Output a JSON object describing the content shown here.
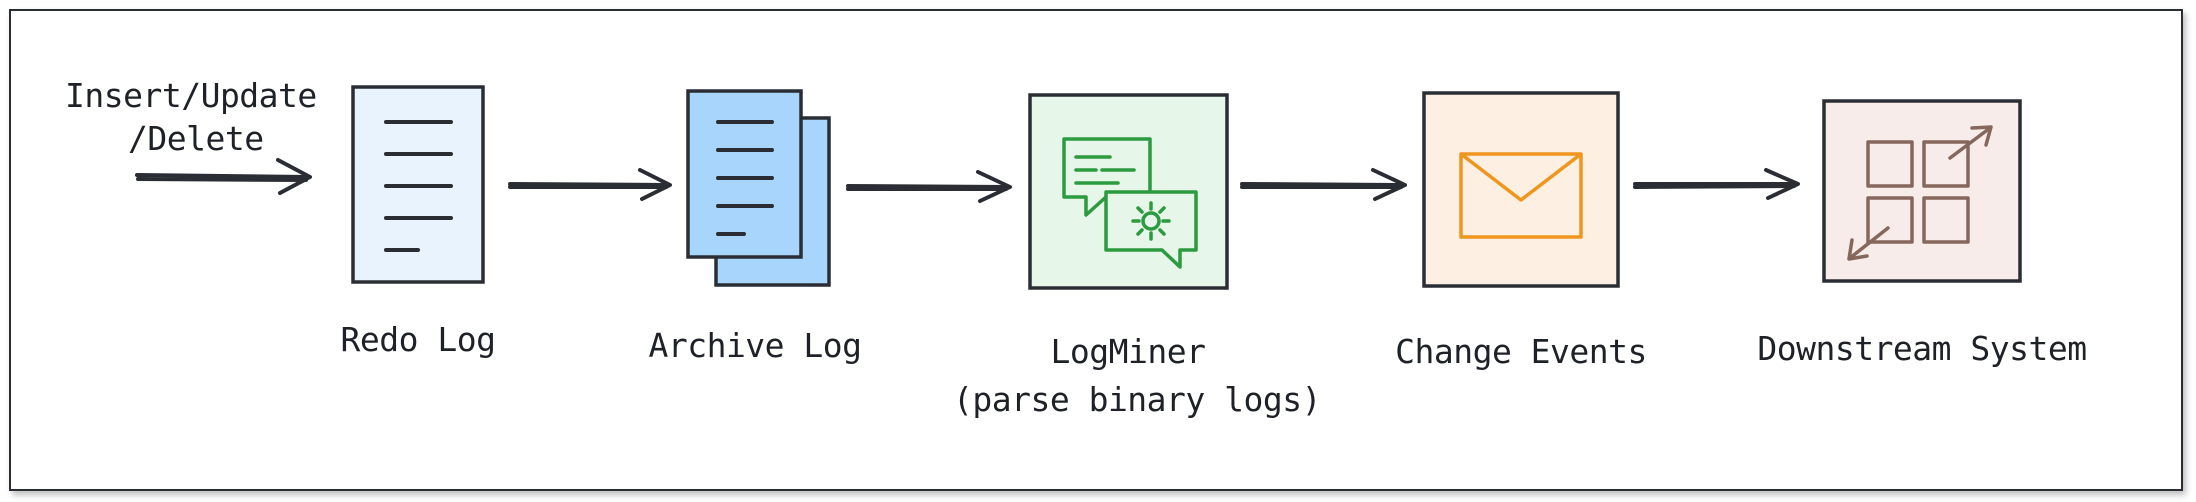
{
  "input_label_line1": "Insert/Update",
  "input_label_line2": "/Delete",
  "nodes": [
    {
      "label": "Redo Log",
      "sublabel": ""
    },
    {
      "label": "Archive Log",
      "sublabel": ""
    },
    {
      "label": "LogMiner",
      "sublabel": "(parse binary logs)"
    },
    {
      "label": "Change Events",
      "sublabel": ""
    },
    {
      "label": "Downstream System",
      "sublabel": ""
    }
  ],
  "colors": {
    "ink": "#2a2e34",
    "redo_fill": "#e8f3fd",
    "archive_fill": "#a8d5fb",
    "logminer_fill": "#e6f6e8",
    "logminer_icon": "#2c9a3e",
    "events_fill": "#fdf0e2",
    "events_icon": "#ee961e",
    "downstream_fill": "#f7ecea",
    "downstream_icon": "#86675c"
  },
  "icons": [
    "document-icon",
    "documents-stack-icon",
    "chat-gear-icon",
    "envelope-icon",
    "grid-expand-icon"
  ]
}
